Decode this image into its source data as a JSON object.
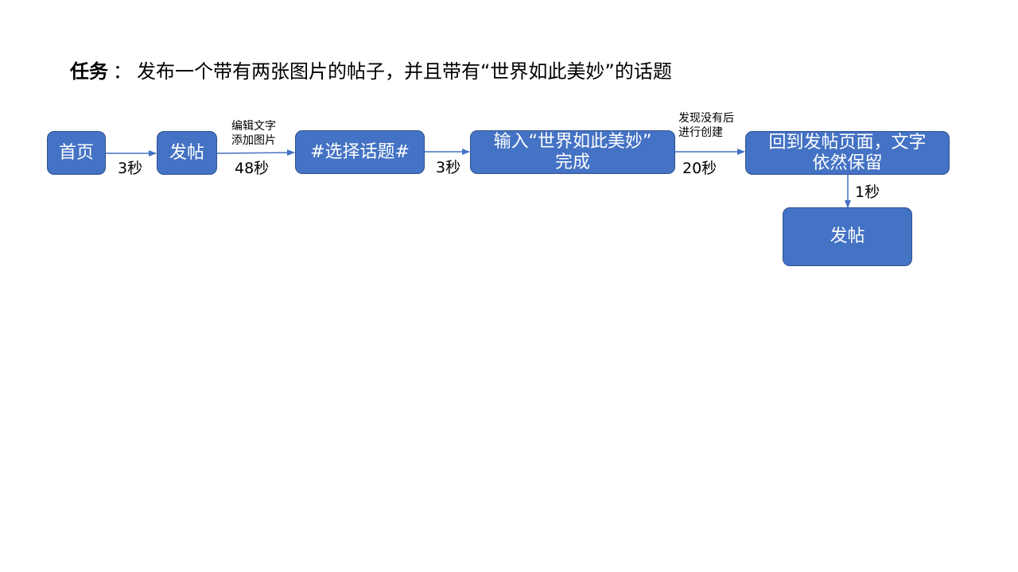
{
  "task": {
    "label": "任务",
    "separator": "：",
    "text": "发布一个带有两张图片的帖子，并且带有“世界如此美妙”的话题"
  },
  "nodes": [
    {
      "id": "home",
      "lines": [
        "首页"
      ]
    },
    {
      "id": "post1",
      "lines": [
        "发帖"
      ]
    },
    {
      "id": "topic",
      "lines": [
        "#选择话题#"
      ]
    },
    {
      "id": "input",
      "lines": [
        "输入“世界如此美妙”",
        "完成"
      ]
    },
    {
      "id": "back",
      "lines": [
        "回到发帖页面，文字",
        "依然保留"
      ]
    },
    {
      "id": "post2",
      "lines": [
        "发帖"
      ]
    }
  ],
  "edges": [
    {
      "from": "home",
      "to": "post1",
      "time": "3秒",
      "note": []
    },
    {
      "from": "post1",
      "to": "topic",
      "time": "48秒",
      "note": [
        "编辑文字",
        "添加图片"
      ]
    },
    {
      "from": "topic",
      "to": "input",
      "time": "3秒",
      "note": []
    },
    {
      "from": "input",
      "to": "back",
      "time": "20秒",
      "note": [
        "发现没有后",
        "进行创建"
      ]
    },
    {
      "from": "back",
      "to": "post2",
      "time": "1秒",
      "note": []
    }
  ],
  "colors": {
    "node_fill": "#4472c4",
    "node_border": "#2f528f",
    "arrow": "#4472c4"
  }
}
